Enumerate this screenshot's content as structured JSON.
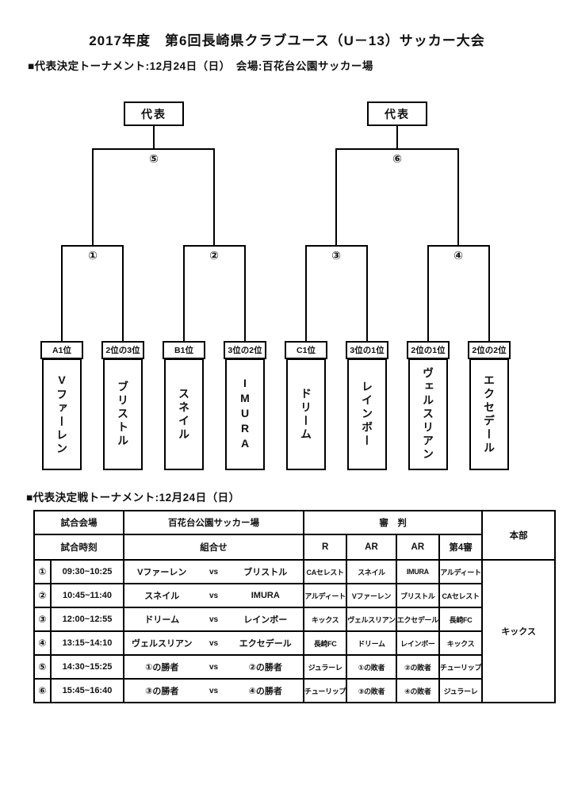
{
  "page": {
    "title": "2017年度　第6回長崎県クラブユース（U－13）サッカー大会",
    "subtitle": "■代表決定トーナメント:12月24日（日）　会場:百花台公園サッカー場",
    "table_heading": "■代表決定戦トーナメント:12月24日（日）"
  },
  "bracket": {
    "winner_label_left": "代表",
    "winner_label_right": "代表",
    "final_left_num": "⑤",
    "final_right_num": "⑥",
    "match_nums": [
      "①",
      "②",
      "③",
      "④"
    ],
    "slots": [
      {
        "seed": "A1位",
        "team": "Vファーレン"
      },
      {
        "seed": "2位の3位",
        "team": "ブリストル"
      },
      {
        "seed": "B1位",
        "team": "スネイル"
      },
      {
        "seed": "3位の2位",
        "team": "IMURA"
      },
      {
        "seed": "C1位",
        "team": "ドリーム"
      },
      {
        "seed": "3位の1位",
        "team": "レインボー"
      },
      {
        "seed": "2位の1位",
        "team": "ヴェルスリアン"
      },
      {
        "seed": "2位の2位",
        "team": "エクセデール"
      }
    ]
  },
  "schedule": {
    "vs_label": "vs",
    "header": {
      "venue_label": "試合会場",
      "venue_value": "百花台公園サッカー場",
      "referee_group": "審　判",
      "hq_label": "本部",
      "time_label": "試合時刻",
      "pairing_label": "組合せ",
      "r": "R",
      "ar1": "AR",
      "ar2": "AR",
      "fourth": "第4審"
    },
    "hq_value": "キックス",
    "rows": [
      {
        "no": "①",
        "time": "09:30~10:25",
        "home": "Vファーレン",
        "away": "ブリストル",
        "r": "CAセレスト",
        "ar1": "スネイル",
        "ar2": "IMURA",
        "fourth": "アルディート"
      },
      {
        "no": "②",
        "time": "10:45~11:40",
        "home": "スネイル",
        "away": "IMURA",
        "r": "アルディート",
        "ar1": "Vファーレン",
        "ar2": "ブリストル",
        "fourth": "CAセレスト"
      },
      {
        "no": "③",
        "time": "12:00~12:55",
        "home": "ドリーム",
        "away": "レインボー",
        "r": "キックス",
        "ar1": "ヴェルスリアン",
        "ar2": "エクセデール",
        "fourth": "長崎FC"
      },
      {
        "no": "④",
        "time": "13:15~14:10",
        "home": "ヴェルスリアン",
        "away": "エクセデール",
        "r": "長崎FC",
        "ar1": "ドリーム",
        "ar2": "レインボー",
        "fourth": "キックス"
      },
      {
        "no": "⑤",
        "time": "14:30~15:25",
        "home": "①の勝者",
        "away": "②の勝者",
        "r": "ジュラーレ",
        "ar1": "①の敗者",
        "ar2": "②の敗者",
        "fourth": "チューリップ"
      },
      {
        "no": "⑥",
        "time": "15:45~16:40",
        "home": "③の勝者",
        "away": "④の勝者",
        "r": "チューリップ",
        "ar1": "③の敗者",
        "ar2": "④の敗者",
        "fourth": "ジュラーレ"
      }
    ]
  }
}
